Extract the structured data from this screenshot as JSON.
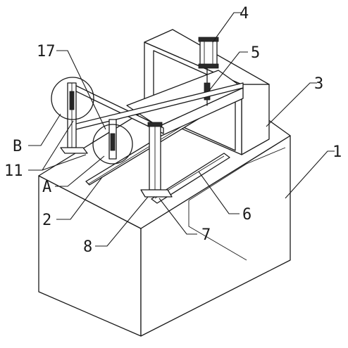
{
  "labels": {
    "l1": "1",
    "l2": "2",
    "l3": "3",
    "l4": "4",
    "l5": "5",
    "l6": "6",
    "l7": "7",
    "l8": "8",
    "l11": "11",
    "l17": "17",
    "lA": "A",
    "lB": "B"
  }
}
